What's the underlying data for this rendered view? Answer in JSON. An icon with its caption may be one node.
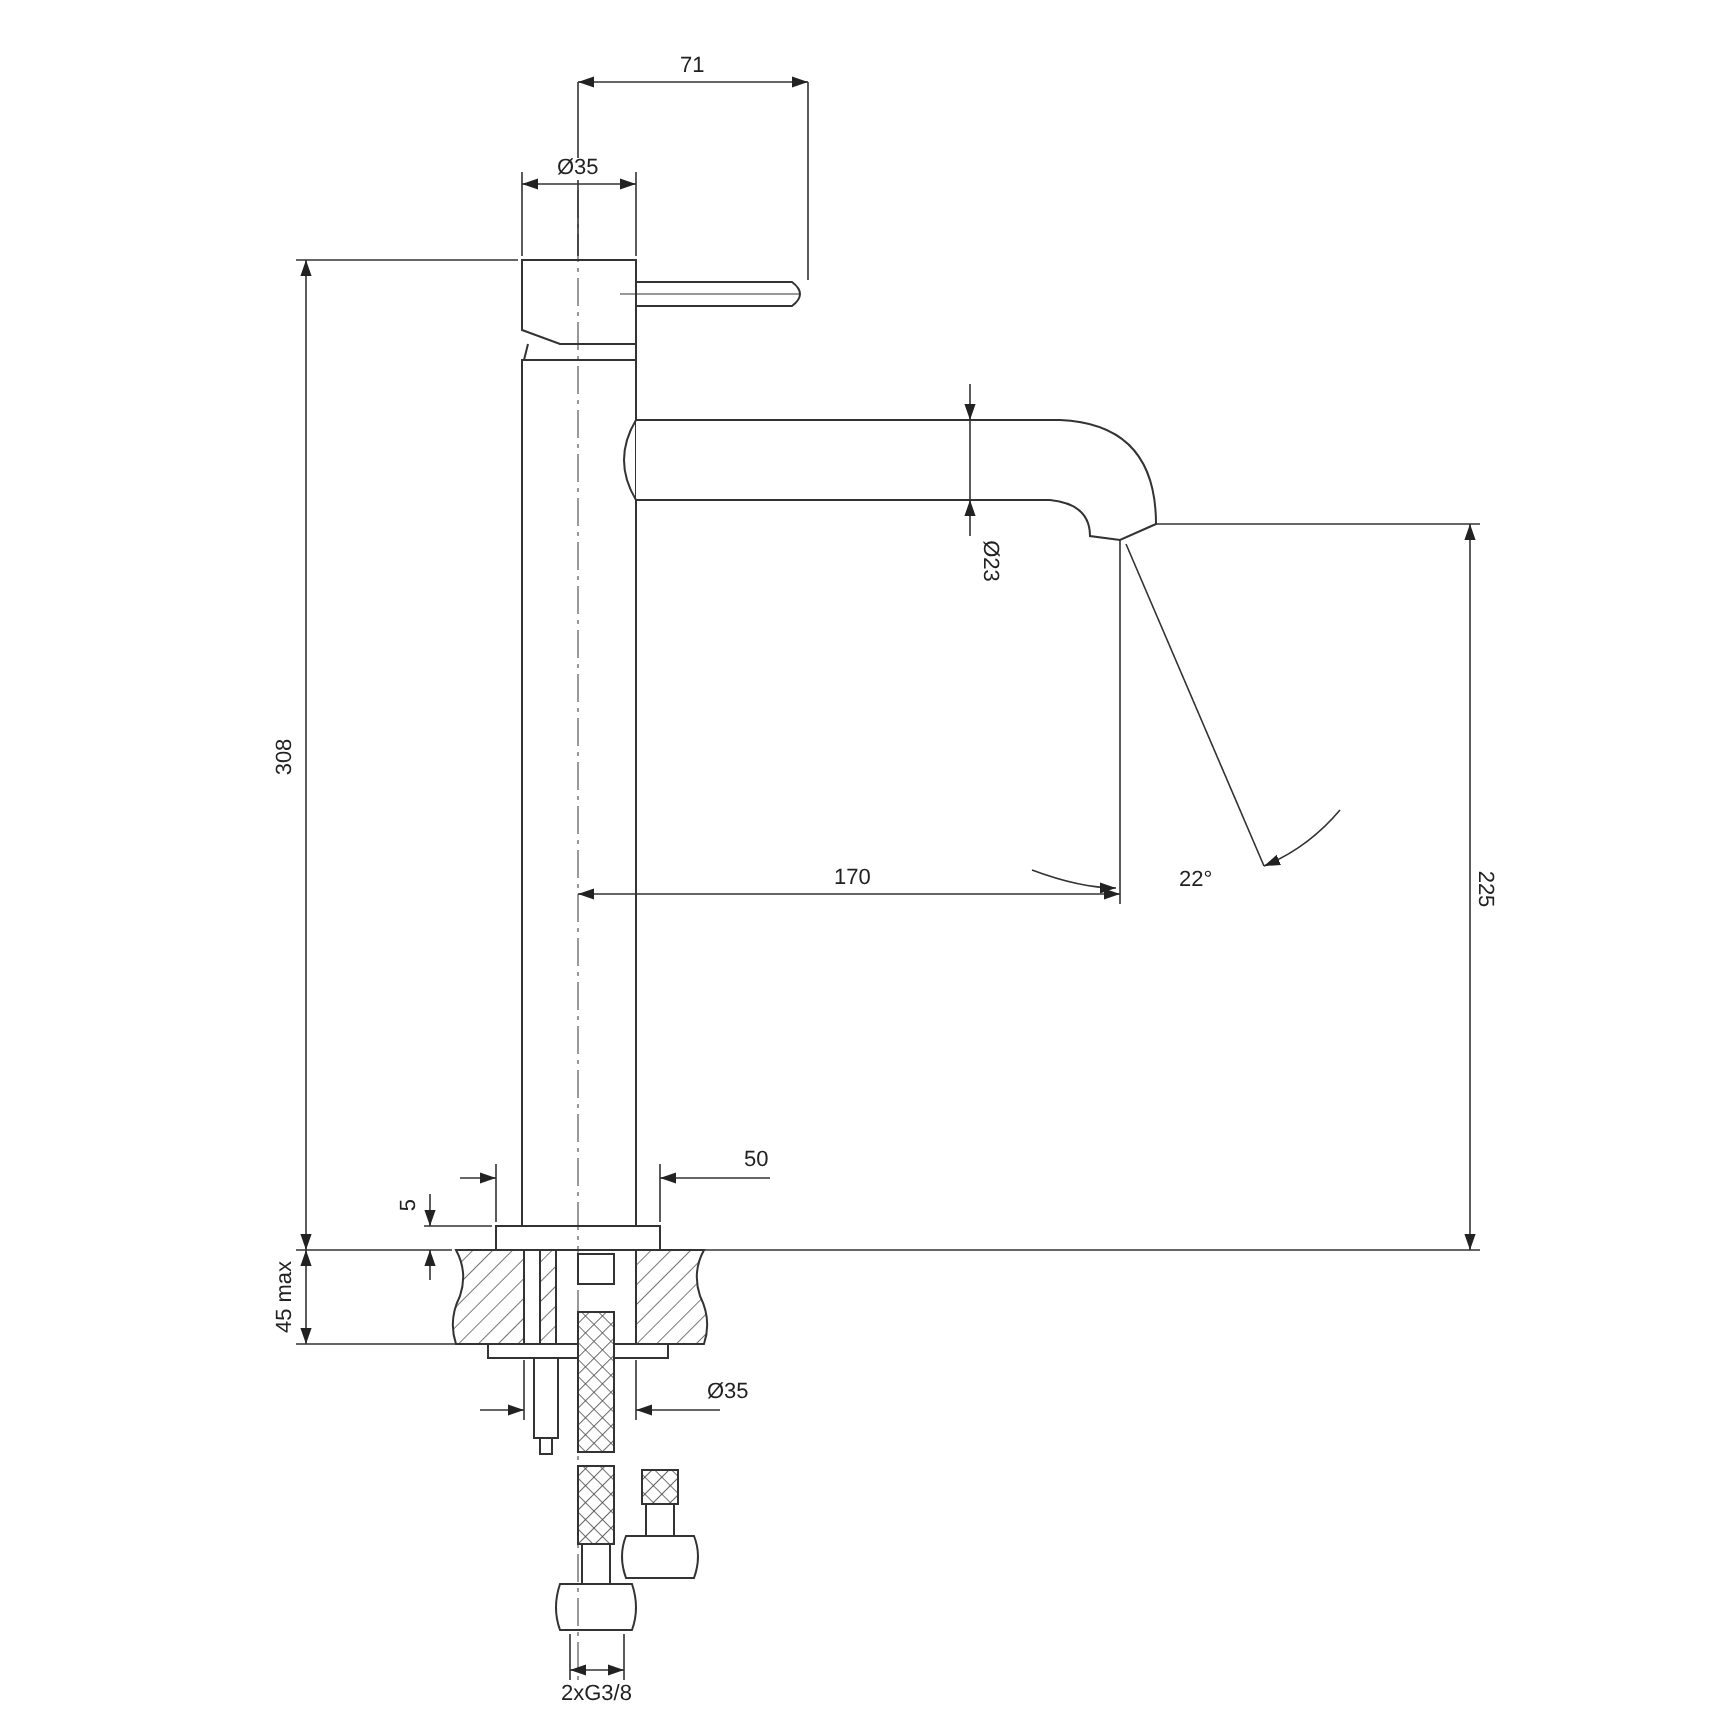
{
  "diagram": {
    "labels": [
      "71",
      "Ø35",
      "308",
      "Ø23",
      "170",
      "22°",
      "225",
      "50",
      "5",
      "45 max",
      "Ø35",
      "2xG3/8"
    ]
  }
}
